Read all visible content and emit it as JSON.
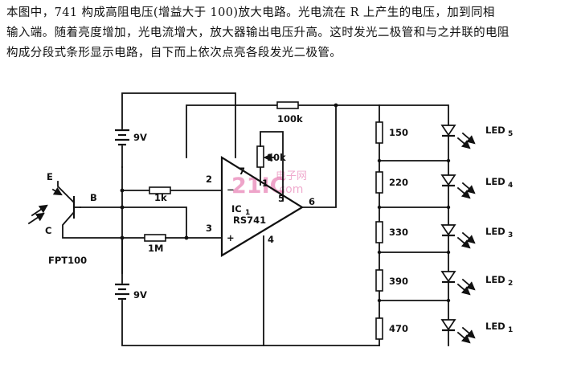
{
  "description": {
    "lines": [
      "本图中，741 构成高阻电压(增益大于 100)放大电路。光电流在 R 上产生的电压，加到同相",
      "输入端。随着亮度增加，光电流增大，放大器输出电压升高。这时发光二极管和与之并联的电阻",
      "构成分段式条形显示电路，自下而上依次点亮各段发光二极管。"
    ]
  },
  "circuit": {
    "battery_top": "9V",
    "battery_bottom": "9V",
    "transistor": {
      "e": "E",
      "b": "B",
      "c": "C",
      "name": "FPT100"
    },
    "r_feedback": "100k",
    "r_pot": "10k",
    "r_input": "1k",
    "r_bias": "1M",
    "opamp": {
      "ref": "IC",
      "ref_sub": "1",
      "model": "RS741"
    },
    "pins": {
      "p2": "2",
      "p3": "3",
      "p4": "4",
      "p5": "5",
      "p6": "6",
      "p7": "7",
      "p1": "1"
    },
    "opamp_inputs": {
      "minus": "−",
      "plus": "+"
    },
    "resistors": [
      "150",
      "220",
      "330",
      "390",
      "470"
    ],
    "leds": [
      {
        "name": "LED",
        "sub": "5"
      },
      {
        "name": "LED",
        "sub": "4"
      },
      {
        "name": "LED",
        "sub": "3"
      },
      {
        "name": "LED",
        "sub": "2"
      },
      {
        "name": "LED",
        "sub": "1"
      }
    ]
  },
  "watermark": {
    "brand": "21IC",
    "cn": "电子网",
    "url": ".com"
  },
  "colors": {
    "ink": "#111111",
    "watermark": "#e15a9e",
    "background": "#ffffff"
  }
}
